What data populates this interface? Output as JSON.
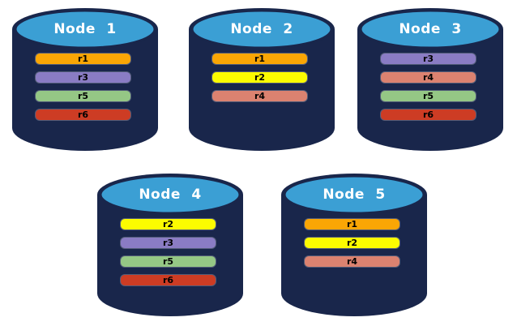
{
  "diagram": {
    "background": "#FFFFFF",
    "palette": {
      "cylinder_body": "#19264B",
      "cylinder_top": "#3B9FD4",
      "node_label_color": "#FFFFFF",
      "record_label_color": "#000000"
    },
    "record_colors": {
      "r1": "#FAA605",
      "r2": "#FCFC00",
      "r3": "#8A7CC4",
      "r4": "#DB8270",
      "r5": "#95C785",
      "r6": "#CD3C24"
    },
    "nodes": [
      {
        "label": "Node 1",
        "records": [
          "r1",
          "r3",
          "r5",
          "r6"
        ]
      },
      {
        "label": "Node 2",
        "records": [
          "r1",
          "r2",
          "r4"
        ]
      },
      {
        "label": "Node 3",
        "records": [
          "r3",
          "r4",
          "r5",
          "r6"
        ]
      },
      {
        "label": "Node 4",
        "records": [
          "r2",
          "r3",
          "r5",
          "r6"
        ]
      },
      {
        "label": "Node 5",
        "records": [
          "r1",
          "r2",
          "r4"
        ]
      }
    ]
  }
}
